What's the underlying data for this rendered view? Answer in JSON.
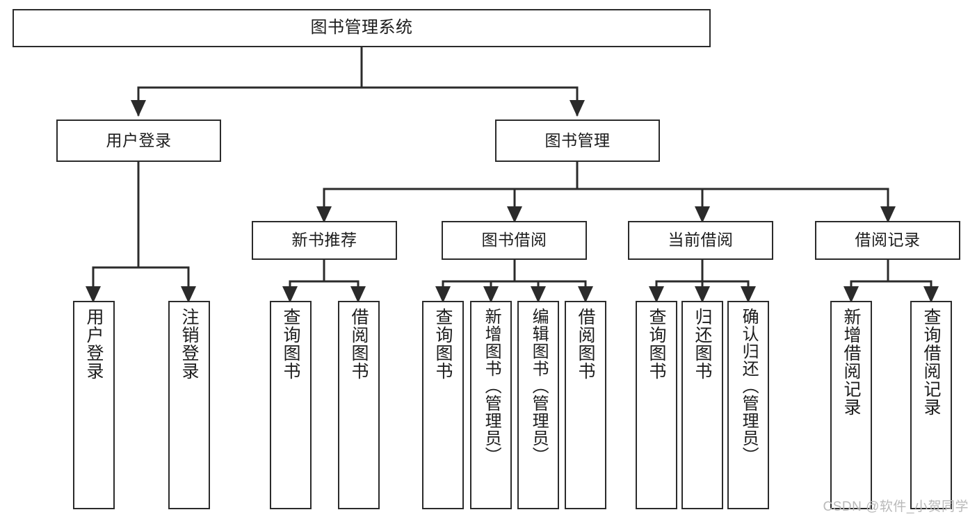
{
  "diagram": {
    "title": "图书管理系统",
    "watermark": "CSDN @软件_小贺同学",
    "line_color": "#2b2b2b",
    "box_fill": "#ffffff",
    "text_color": "#1c1c1c",
    "watermark_color": "#b9b9b9"
  },
  "root": {
    "label": "图书管理系统"
  },
  "level2": [
    {
      "label": "用户登录"
    },
    {
      "label": "图书管理"
    }
  ],
  "level3": [
    {
      "label": "新书推荐"
    },
    {
      "label": "图书借阅"
    },
    {
      "label": "当前借阅"
    },
    {
      "label": "借阅记录"
    }
  ],
  "leaves": {
    "user_login": [
      {
        "label": "用户登录"
      },
      {
        "label": "注销登录"
      }
    ],
    "new_book": [
      {
        "label": "查询图书"
      },
      {
        "label": "借阅图书"
      }
    ],
    "book_borrow": [
      {
        "label": "查询图书"
      },
      {
        "label": "新增图书（管理员）"
      },
      {
        "label": "编辑图书（管理员）"
      },
      {
        "label": "借阅图书"
      }
    ],
    "current_borrow": [
      {
        "label": "查询图书"
      },
      {
        "label": "归还图书"
      },
      {
        "label": "确认归还（管理员）"
      }
    ],
    "borrow_record": [
      {
        "label": "新增借阅记录"
      },
      {
        "label": "查询借阅记录"
      }
    ]
  }
}
